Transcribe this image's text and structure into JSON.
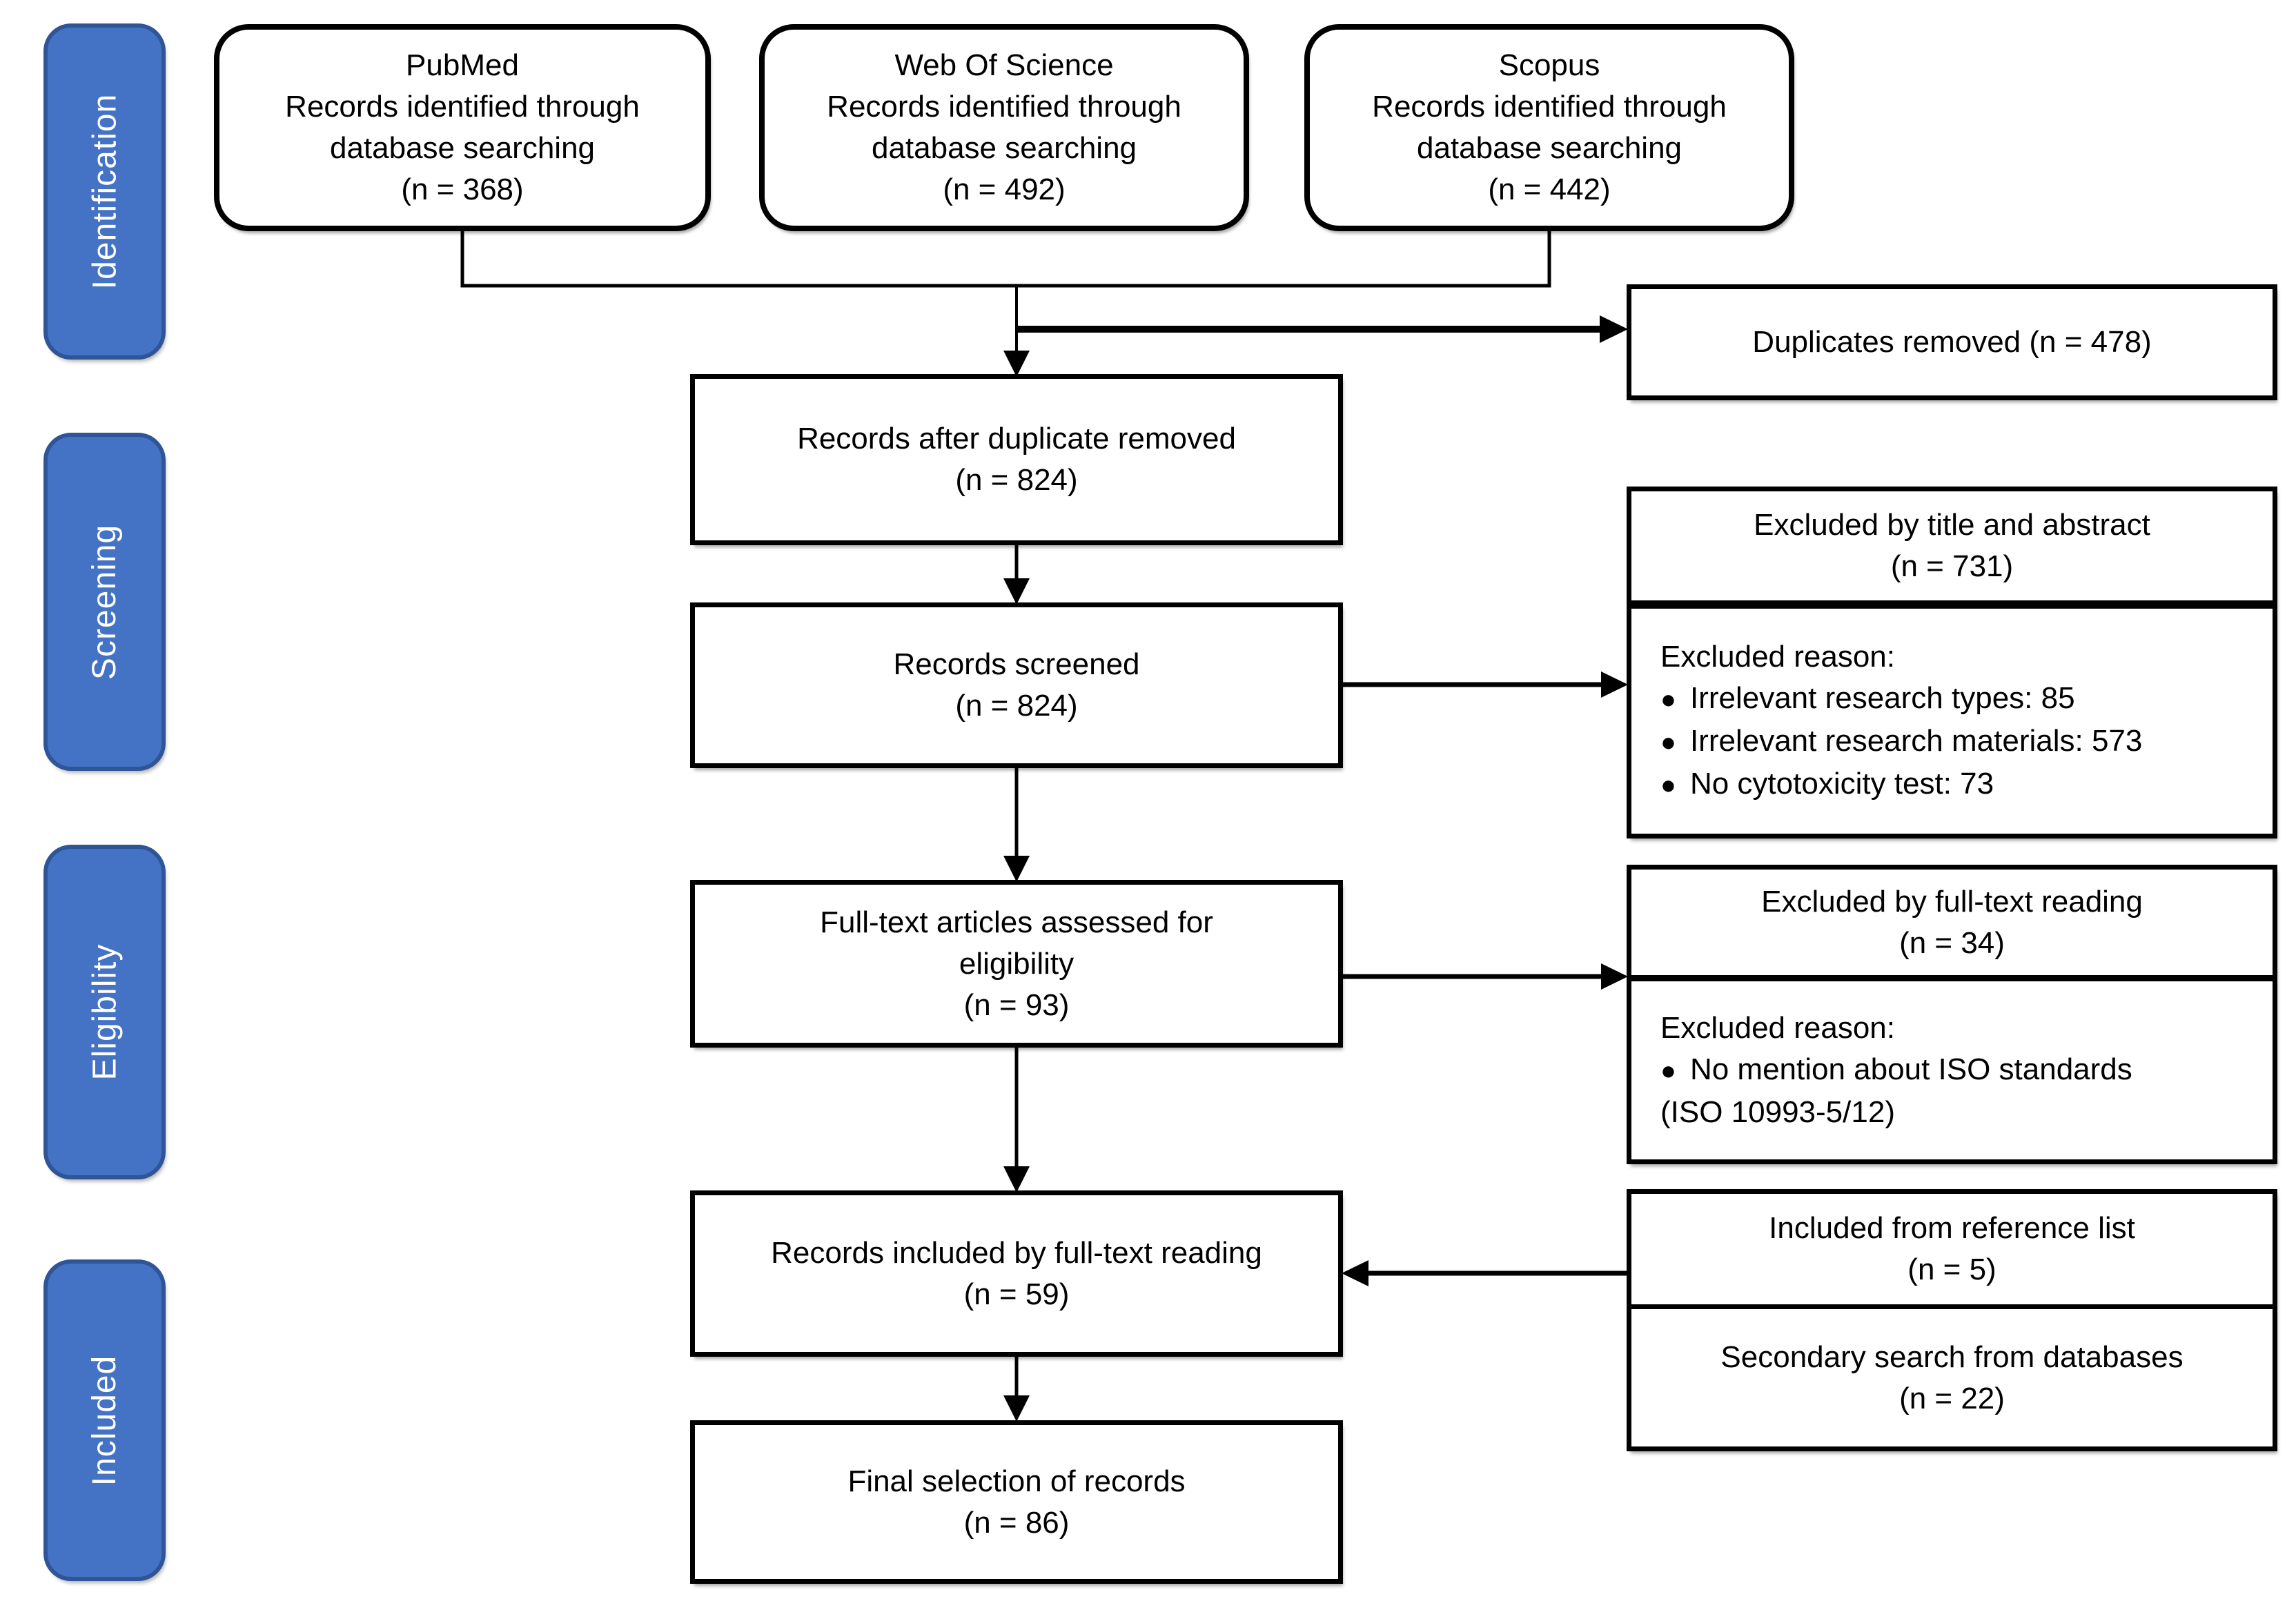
{
  "palette": {
    "sidebar_fill": "#4472C4",
    "sidebar_border": "#2F5597",
    "sidebar_text": "#FFFFFF",
    "box_fill": "#FFFFFF",
    "box_border": "#000000",
    "line_color": "#000000"
  },
  "sidebar": {
    "labels": [
      "Identification",
      "Screening",
      "Eligibility",
      "Included"
    ]
  },
  "top_boxes": [
    {
      "id": "pubmed",
      "lines": [
        "PubMed",
        "Records identified through",
        "database searching",
        "(n = 368)"
      ]
    },
    {
      "id": "web_of_science",
      "lines": [
        "Web Of Science",
        "Records identified through",
        "database searching",
        "(n = 492)"
      ]
    },
    {
      "id": "scopus",
      "lines": [
        "Scopus",
        "Records identified through",
        "database searching",
        "(n = 442)"
      ]
    }
  ],
  "flow_boxes": {
    "records_after": {
      "lines": [
        "Records after duplicate removed",
        "(n = 824)"
      ]
    },
    "records_screened": {
      "lines": [
        "Records screened",
        "(n = 824)"
      ]
    },
    "fulltext": {
      "lines": [
        "Full-text articles assessed for",
        "eligibility",
        "(n = 93)"
      ]
    },
    "included_fulltext": {
      "lines": [
        "Records included by full-text reading",
        "(n = 59)"
      ]
    },
    "final": {
      "lines": [
        "Final selection of records",
        "(n = 86)"
      ]
    }
  },
  "side_boxes": {
    "duplicates": {
      "text": "Duplicates removed (n = 478)"
    },
    "excluded_title": {
      "header": [
        "Excluded by title and abstract",
        "(n = 731)"
      ],
      "reason_label": "Excluded reason:",
      "bullets": [
        "Irrelevant research types: 85",
        "Irrelevant research materials: 573",
        "No cytotoxicity test: 73"
      ]
    },
    "excluded_fulltext": {
      "header": [
        "Excluded by full-text reading",
        "(n = 34)"
      ],
      "reason_label": "Excluded reason:",
      "bullets": [
        "No mention about ISO standards"
      ],
      "bullet_continuation": "(ISO 10993-5/12)"
    },
    "reference": {
      "top": [
        "Included from reference list",
        "(n = 5)"
      ],
      "bottom": [
        "Secondary search from databases",
        "(n = 22)"
      ]
    }
  },
  "bullet_glyph": "●"
}
